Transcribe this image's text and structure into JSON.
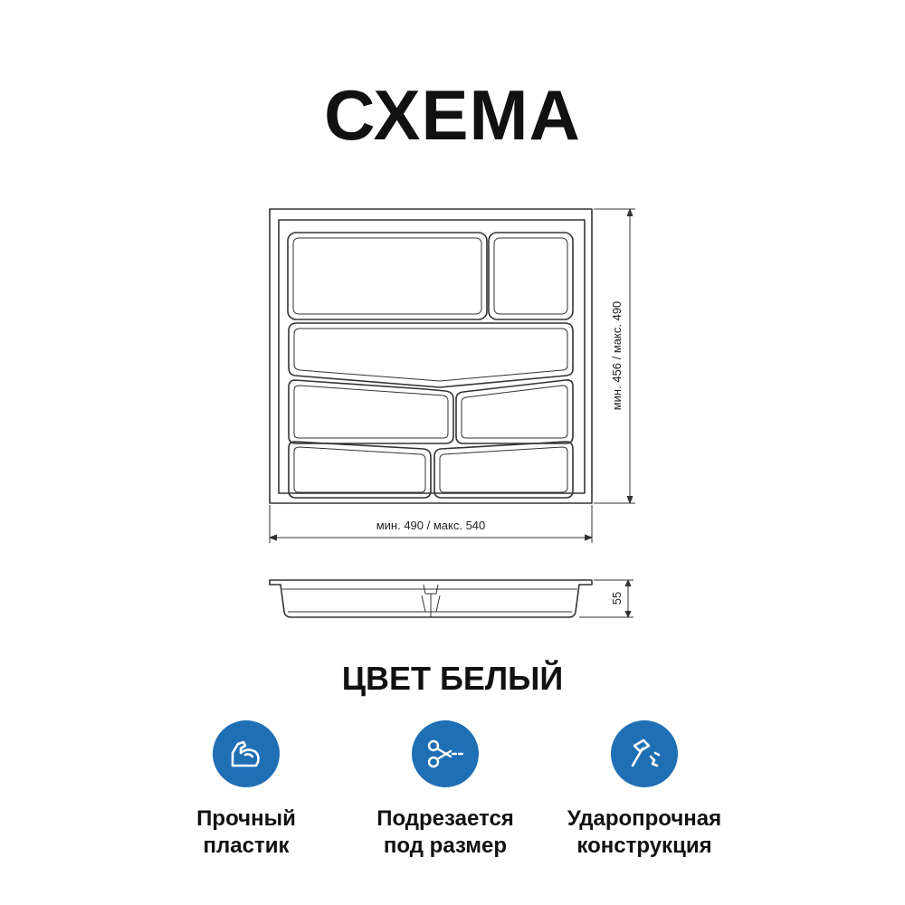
{
  "title": "СХЕМА",
  "dimensions": {
    "width_label": "мин. 490 / макс. 540",
    "depth_label": "мин. 456 / макс. 490",
    "height_label": "55"
  },
  "color_label": "ЦВЕТ БЕЛЫЙ",
  "features": [
    {
      "icon": "muscle-arm-icon",
      "line1": "Прочный",
      "line2": "пластик"
    },
    {
      "icon": "scissors-icon",
      "line1": "Подрезается",
      "line2": "под размер"
    },
    {
      "icon": "hammer-icon",
      "line1": "Ударопрочная",
      "line2": "конструкция"
    }
  ],
  "colors": {
    "accent": "#1f6fb5",
    "line": "#333333"
  }
}
